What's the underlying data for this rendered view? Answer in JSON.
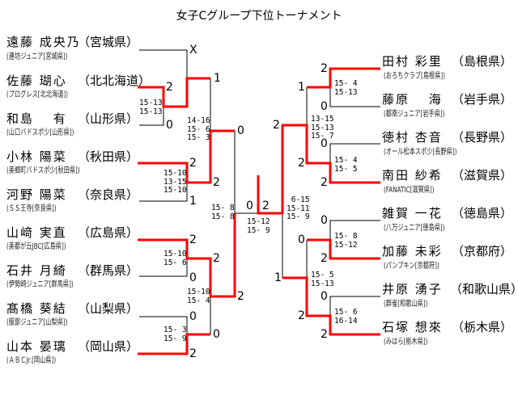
{
  "title": "女子Cグループ下位トーナメント",
  "left_players": [
    {
      "name": "遠藤 成央乃",
      "pref": "（宮城県）",
      "club": "(連坊ジュニア[宮城県])"
    },
    {
      "name": "佐藤 瑚心",
      "pref": "（北北海道）",
      "club": "(プログレス[北北海道])"
    },
    {
      "name": "和島　 有",
      "pref": "（山形県）",
      "club": "(山口バドスポ少[山形県])"
    },
    {
      "name": "小林 陽菜",
      "pref": "（秋田県）",
      "club": "(美郷町バドスポ少[秋田県])"
    },
    {
      "name": "河野 陽菜",
      "pref": "（奈良県）",
      "club": "(ＳＳ王寺[奈良県])"
    },
    {
      "name": "山﨑 実直",
      "pref": "（広島県）",
      "club": "(美都が丘JBC[広島県])"
    },
    {
      "name": "石井 月綺",
      "pref": "（群馬県）",
      "club": "(伊勢崎ジュニア[群馬県])"
    },
    {
      "name": "髙橋 葵結",
      "pref": "（山梨県）",
      "club": "(服部ジュニア[山梨県])"
    },
    {
      "name": "山本 晏璃",
      "pref": "（岡山県）",
      "club": "(ＡＢＣJr.[岡山県])"
    }
  ],
  "right_players": [
    {
      "name": "田村 彩里",
      "pref": "（島根県）",
      "club": "(おろちクラブ[島根県])"
    },
    {
      "name": "藤原　 海",
      "pref": "（岩手県）",
      "club": "(都南ジュニア[岩手県])"
    },
    {
      "name": "徳村 杏音",
      "pref": "（長野県）",
      "club": "(オール松本スポ少[長野県])"
    },
    {
      "name": "南田 紗希",
      "pref": "（滋賀県）",
      "club": "(FANATIC[滋賀県])"
    },
    {
      "name": "雑賀 一花",
      "pref": "（徳島県）",
      "club": "(八万ジュニア[徳島県])"
    },
    {
      "name": "加藤 未彩",
      "pref": "（京都府）",
      "club": "(パンプキン[京都府])"
    },
    {
      "name": "井原 湧子",
      "pref": "（和歌山県）",
      "club": "(群雀[和歌山県])"
    },
    {
      "name": "石塚 想來",
      "pref": "（栃木県）",
      "club": "(みはら[栃木県])"
    }
  ],
  "scores": [
    "X",
    "2",
    "0",
    "1",
    "2",
    "1",
    "2",
    "0",
    "2",
    "0",
    "2",
    "0",
    "2",
    "0",
    "2",
    "0",
    "2",
    "2",
    "1",
    "1",
    "2",
    "0",
    "2",
    "2",
    "0",
    "0",
    "2",
    "0",
    "2",
    "0",
    "2"
  ],
  "details": [
    [
      "15-13",
      "15-13"
    ],
    [
      "14-16",
      "15- 6",
      "15- 3"
    ],
    [
      "15-10",
      "13-15",
      "15-10"
    ],
    [
      "15- 8",
      "15- 8"
    ],
    [
      "15-10",
      "15- 6"
    ],
    [
      "15-10",
      "15- 4"
    ],
    [
      "15- 3",
      "15- 9"
    ],
    [
      "15-12",
      "15- 9"
    ],
    [
      " 6-15",
      "15-11",
      "15- 9"
    ],
    [
      "13-15",
      "15-13",
      "15- 7"
    ],
    [
      "15- 5",
      "15-13"
    ],
    [
      "15- 4",
      "15-13"
    ],
    [
      "15- 4",
      "15- 5"
    ],
    [
      "15- 8",
      "15-12"
    ],
    [
      "15- 6",
      "16-14"
    ]
  ],
  "colors": {
    "winner_line": "#ff0000",
    "line": "#000000"
  }
}
